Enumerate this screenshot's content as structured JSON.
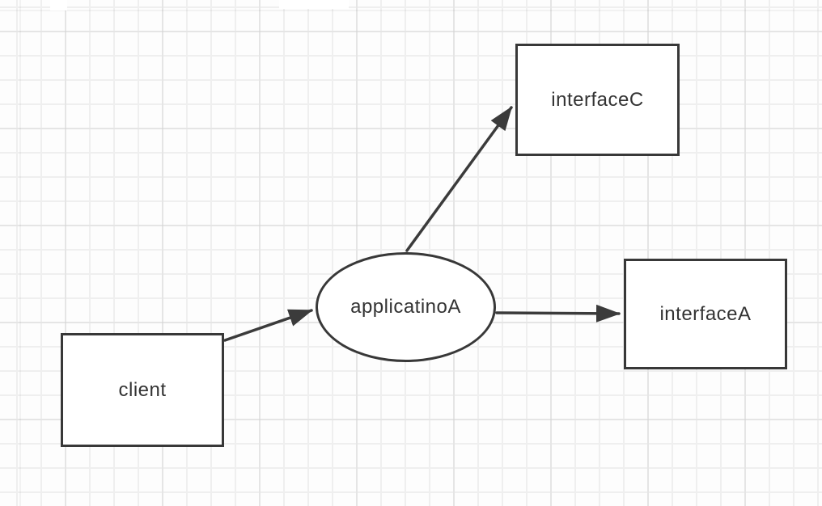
{
  "diagram": {
    "nodes": {
      "client": {
        "label": "client",
        "shape": "rectangle"
      },
      "applicationA": {
        "label": "applicatinoA",
        "shape": "ellipse"
      },
      "interfaceC": {
        "label": "interfaceC",
        "shape": "rectangle"
      },
      "interfaceA": {
        "label": "interfaceA",
        "shape": "rectangle"
      }
    },
    "edges": [
      {
        "from": "client",
        "to": "applicationA",
        "style": "solid-arrow"
      },
      {
        "from": "applicationA",
        "to": "interfaceC",
        "style": "solid-arrow"
      },
      {
        "from": "applicationA",
        "to": "interfaceA",
        "style": "solid-arrow"
      }
    ],
    "colors": {
      "shape_border": "#383838",
      "shape_fill": "#ffffff",
      "text": "#333333",
      "arrow": "#3b3b3b",
      "grid_minor_line": "#efefef",
      "grid_major_line": "#e7e7e7",
      "background": "#fdfdfd"
    }
  }
}
